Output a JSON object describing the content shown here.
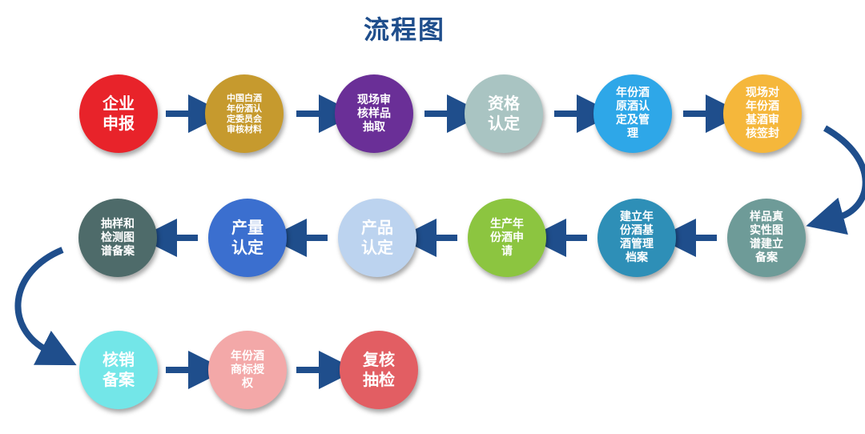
{
  "title": "流程图",
  "colors": {
    "arrow": "#1f4e8c"
  },
  "nodes": [
    {
      "label": "企业\n申报",
      "color": "#e8232a"
    },
    {
      "label": "中国白酒\n年份酒认\n定委员会\n审核材料",
      "color": "#c69a2e"
    },
    {
      "label": "现场审\n核样品\n抽取",
      "color": "#6a2f97"
    },
    {
      "label": "资格\n认定",
      "color": "#a9c4c2"
    },
    {
      "label": "年份酒\n原酒认\n定及管\n理",
      "color": "#2ea7e8"
    },
    {
      "label": "现场对\n年份酒\n基酒审\n核签封",
      "color": "#f5b73b"
    },
    {
      "label": "样品真\n实性图\n谱建立\n备案",
      "color": "#6e9b98"
    },
    {
      "label": "建立年\n份酒基\n酒管理\n档案",
      "color": "#2e8fb7"
    },
    {
      "label": "生产年\n份酒申\n请",
      "color": "#8cc540"
    },
    {
      "label": "产品\n认定",
      "color": "#bcd3ef"
    },
    {
      "label": "产量\n认定",
      "color": "#3b6fcf"
    },
    {
      "label": "抽样和\n检测图\n谱备案",
      "color": "#4e6b6a"
    },
    {
      "label": "核销\n备案",
      "color": "#73e6e8"
    },
    {
      "label": "年份酒\n商标授\n权",
      "color": "#f3a8a8"
    },
    {
      "label": "复核\n抽检",
      "color": "#e25e63"
    }
  ]
}
